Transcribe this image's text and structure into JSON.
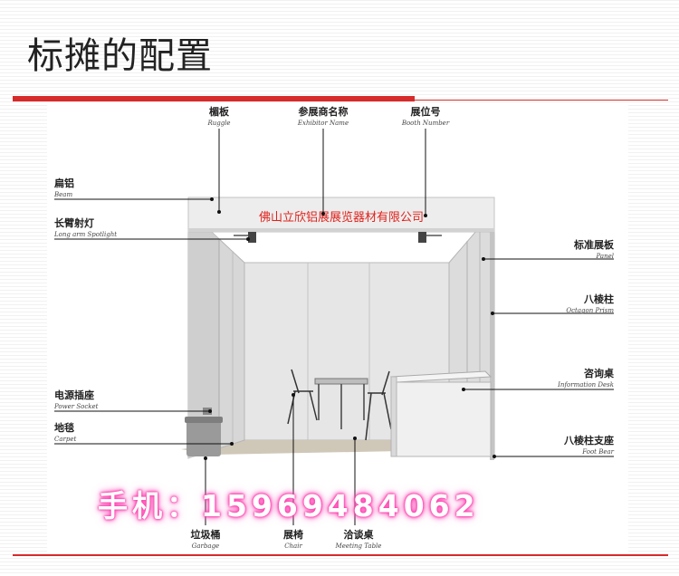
{
  "title": "标摊的配置",
  "company": "佛山立欣铝展展览器材有限公司",
  "phone": "手机：15969484062",
  "labels": {
    "ruggle": {
      "cn": "楣板",
      "en": "Ruggle"
    },
    "exhibitor_name": {
      "cn": "参展商名称",
      "en": "Exhibitor Name"
    },
    "booth_number": {
      "cn": "展位号",
      "en": "Booth Number"
    },
    "beam": {
      "cn": "扁铝",
      "en": "Beam"
    },
    "spotlight": {
      "cn": "长臂射灯",
      "en": "Long arm Spotlight"
    },
    "panel": {
      "cn": "标准展板",
      "en": "Panel"
    },
    "prism": {
      "cn": "八棱柱",
      "en": "Octagon Prism"
    },
    "info_desk": {
      "cn": "咨询桌",
      "en": "Information Desk"
    },
    "power_socket": {
      "cn": "电源插座",
      "en": "Power Socket"
    },
    "carpet": {
      "cn": "地毯",
      "en": "Carpet"
    },
    "foot_bear": {
      "cn": "八棱柱支座",
      "en": "Foot Bear"
    },
    "garbage": {
      "cn": "垃圾桶",
      "en": "Garbage"
    },
    "chair": {
      "cn": "展椅",
      "en": "Chair"
    },
    "meeting_table": {
      "cn": "洽谈桌",
      "en": "Meeting Table"
    }
  },
  "colors": {
    "accent": "#d72a2a",
    "company_text": "#e0221c",
    "phone_glow": "#ff3fae"
  }
}
